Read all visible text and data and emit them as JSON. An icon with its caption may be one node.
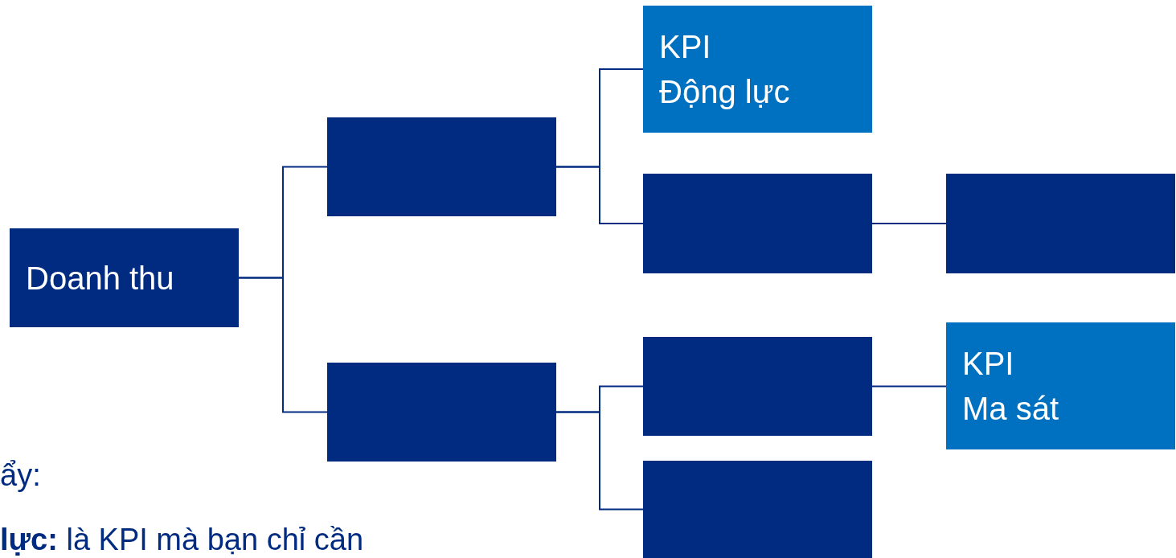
{
  "diagram": {
    "nodes": [
      {
        "text": [
          "Doanh thu"
        ]
      },
      {
        "text": [],
        "shape": "box"
      },
      {
        "text": [],
        "shape": "box"
      },
      {
        "text": [
          "KPI",
          "Động lực"
        ]
      },
      {
        "text": [],
        "shape": "box"
      },
      {
        "text": [],
        "shape": "box"
      },
      {
        "text": [],
        "shape": "box"
      },
      {
        "text": [
          "KPI",
          "Ma sát"
        ]
      },
      {
        "text": [],
        "shape": "box"
      }
    ],
    "edges": [
      {
        "from": 0,
        "to": 1,
        "arrow": "none"
      },
      {
        "from": 0,
        "to": 2,
        "arrow": "none"
      },
      {
        "from": 1,
        "to": 3,
        "arrow": "none"
      },
      {
        "from": 1,
        "to": 4,
        "arrow": "none"
      },
      {
        "from": 4,
        "to": 5,
        "arrow": "none"
      },
      {
        "from": 2,
        "to": 6,
        "arrow": "none"
      },
      {
        "from": 2,
        "to": 8,
        "arrow": "none"
      },
      {
        "from": 6,
        "to": 7,
        "arrow": "none"
      }
    ],
    "labels": [
      "ẩy:",
      "**lực:** là KPI mà bạn chỉ cần"
    ]
  }
}
